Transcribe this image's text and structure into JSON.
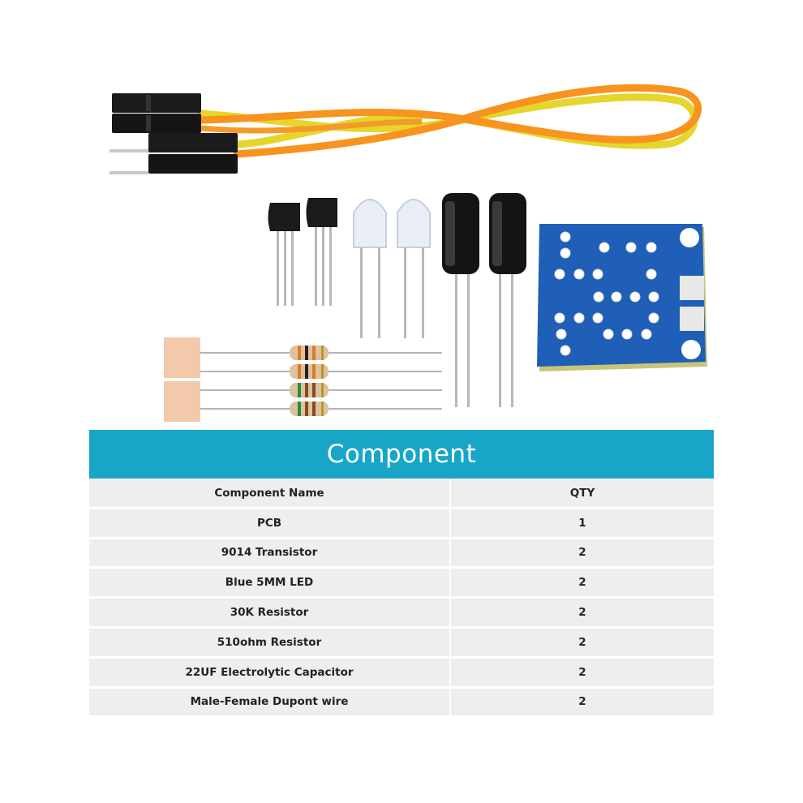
{
  "banner": {
    "title": "Component"
  },
  "table": {
    "headers": [
      "Component Name",
      "QTY"
    ],
    "rows": [
      [
        "PCB",
        "1"
      ],
      [
        "9014 Transistor",
        "2"
      ],
      [
        "Blue 5MM LED",
        "2"
      ],
      [
        "30K Resistor",
        "2"
      ],
      [
        "510ohm Resistor",
        "2"
      ],
      [
        "22UF Electrolytic Capacitor",
        "2"
      ],
      [
        "Male-Female Dupont wire",
        "2"
      ]
    ]
  },
  "colors": {
    "banner": "#17a6c8",
    "row_background": "#eeeeee",
    "pcb": "#1f5fb8",
    "wire_orange": "#f7931e",
    "wire_yellow": "#e6d52a"
  }
}
